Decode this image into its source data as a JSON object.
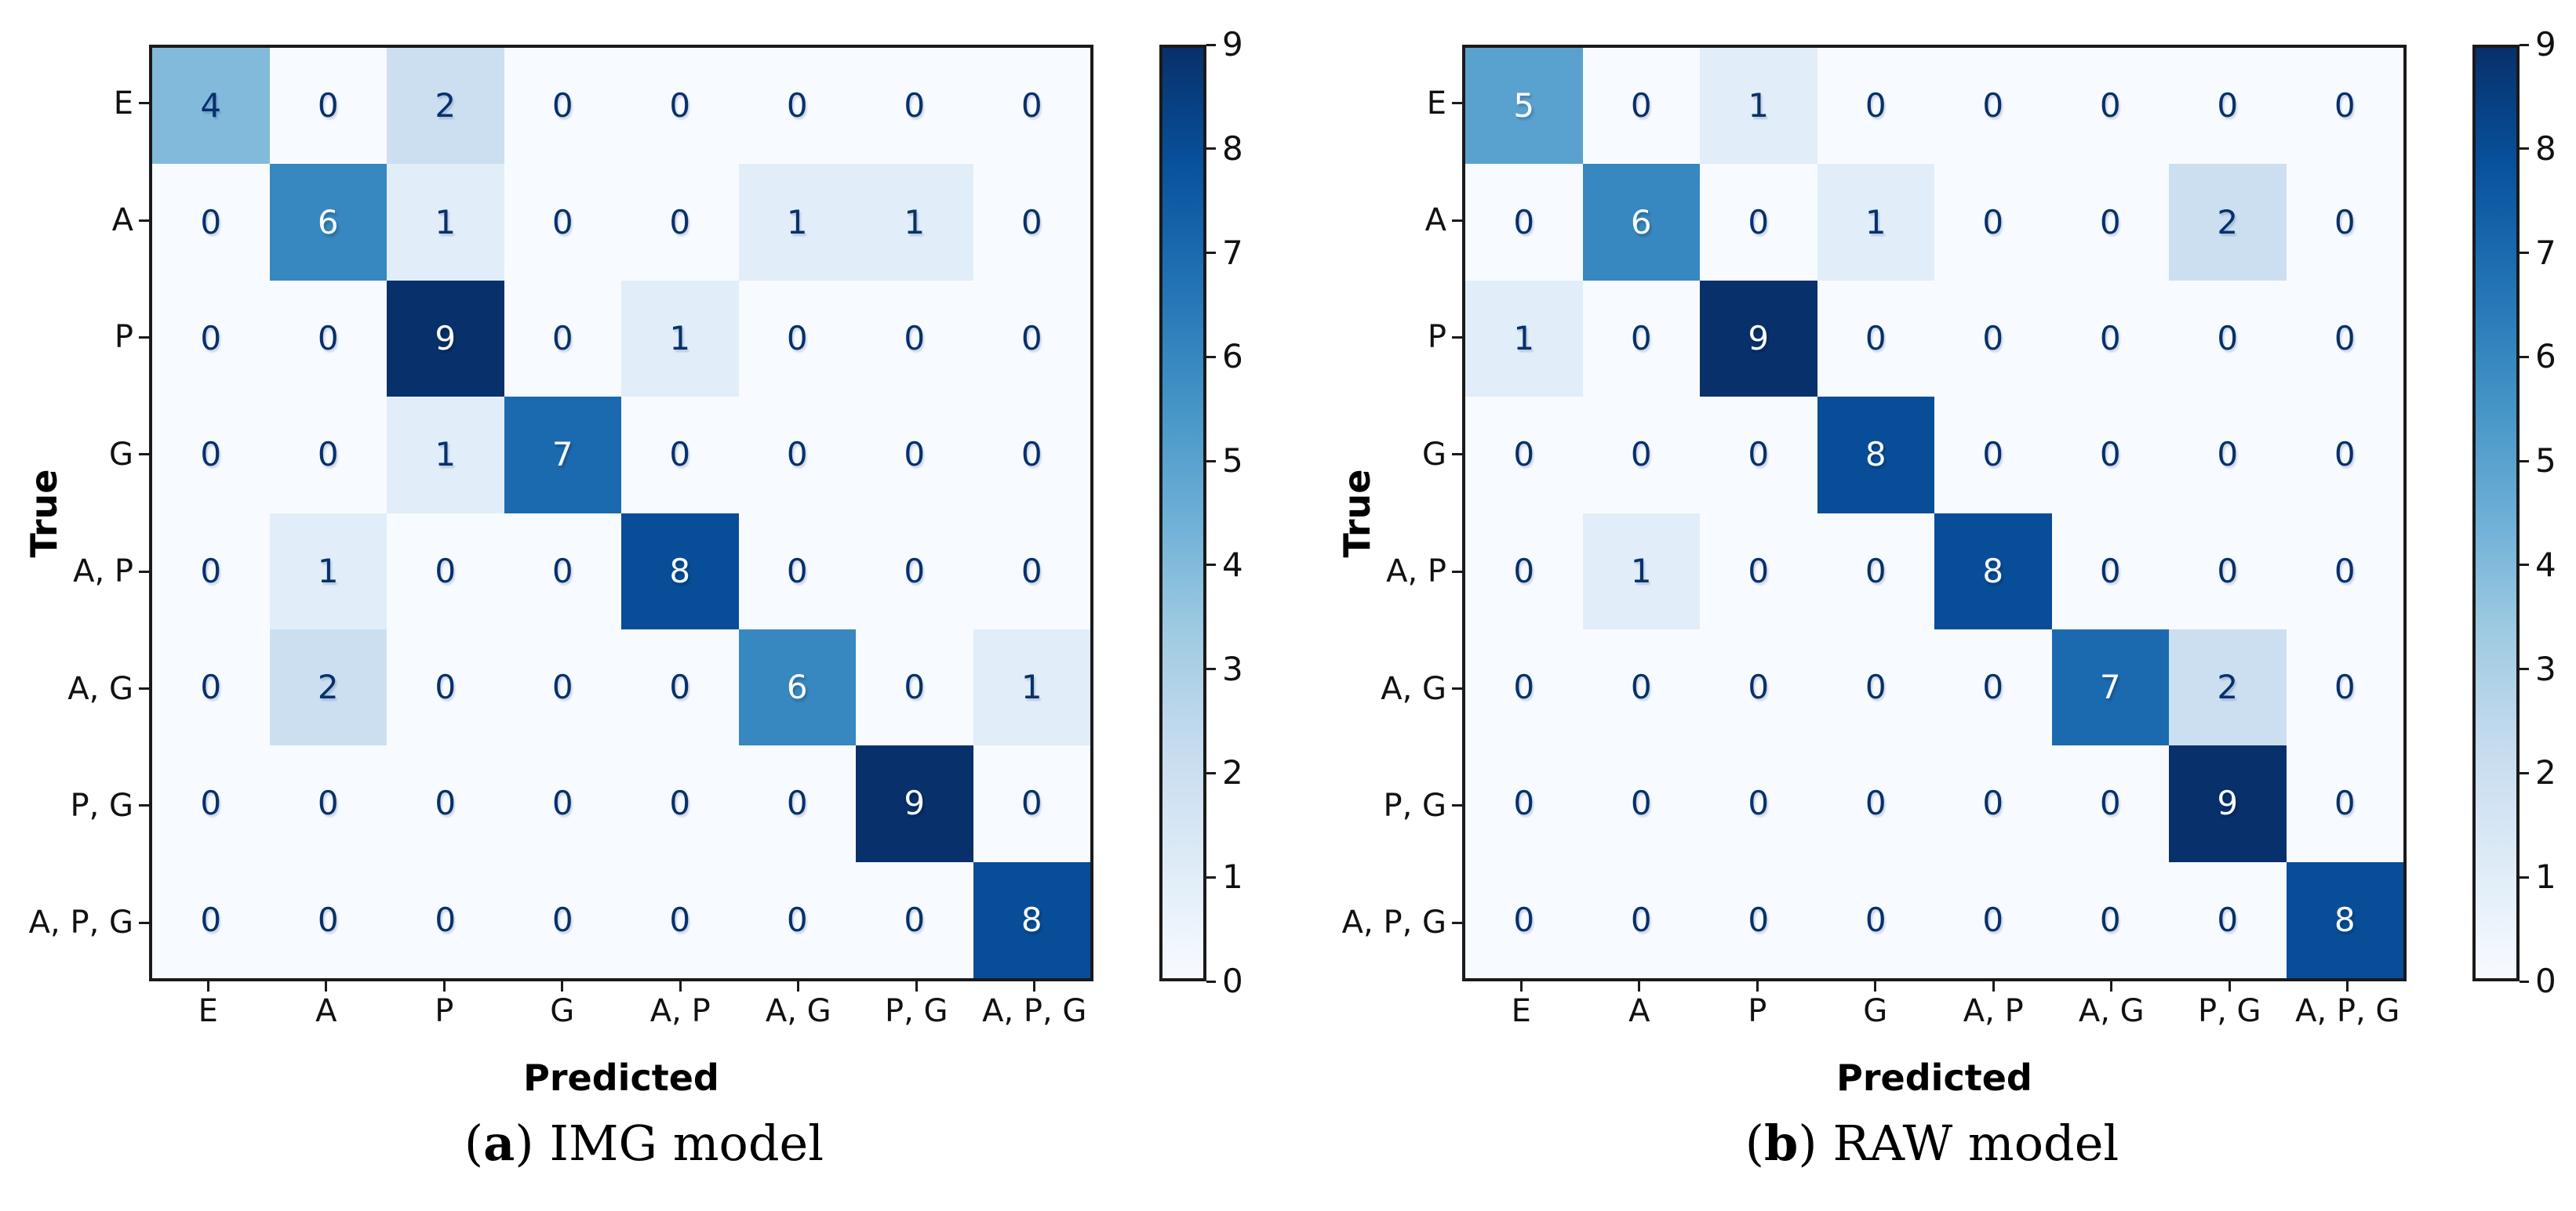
{
  "chart_data": [
    {
      "type": "heatmap",
      "panel_id": "a",
      "caption": {
        "open": "(",
        "letter": "a",
        "close": ")",
        "label": "IMG model"
      },
      "xlabel": "Predicted",
      "ylabel": "True",
      "x_categories": [
        "E",
        "A",
        "P",
        "G",
        "A, P",
        "A, G",
        "P, G",
        "A, P, G"
      ],
      "y_categories": [
        "E",
        "A",
        "P",
        "G",
        "A, P",
        "A, G",
        "P, G",
        "A, P, G"
      ],
      "values": [
        [
          4,
          0,
          2,
          0,
          0,
          0,
          0,
          0
        ],
        [
          0,
          6,
          1,
          0,
          0,
          1,
          1,
          0
        ],
        [
          0,
          0,
          9,
          0,
          1,
          0,
          0,
          0
        ],
        [
          0,
          0,
          1,
          7,
          0,
          0,
          0,
          0
        ],
        [
          0,
          1,
          0,
          0,
          8,
          0,
          0,
          0
        ],
        [
          0,
          2,
          0,
          0,
          0,
          6,
          0,
          1
        ],
        [
          0,
          0,
          0,
          0,
          0,
          0,
          9,
          0
        ],
        [
          0,
          0,
          0,
          0,
          0,
          0,
          0,
          8
        ]
      ],
      "vmin": 0,
      "vmax": 9,
      "colorbar_ticks": [
        0,
        1,
        2,
        3,
        4,
        5,
        6,
        7,
        8,
        9
      ],
      "colorbar_position": "right",
      "grid": false
    },
    {
      "type": "heatmap",
      "panel_id": "b",
      "caption": {
        "open": "(",
        "letter": "b",
        "close": ")",
        "label": "RAW model"
      },
      "xlabel": "Predicted",
      "ylabel": "True",
      "x_categories": [
        "E",
        "A",
        "P",
        "G",
        "A, P",
        "A, G",
        "P, G",
        "A, P, G"
      ],
      "y_categories": [
        "E",
        "A",
        "P",
        "G",
        "A, P",
        "A, G",
        "P, G",
        "A, P, G"
      ],
      "values": [
        [
          5,
          0,
          1,
          0,
          0,
          0,
          0,
          0
        ],
        [
          0,
          6,
          0,
          1,
          0,
          0,
          2,
          0
        ],
        [
          1,
          0,
          9,
          0,
          0,
          0,
          0,
          0
        ],
        [
          0,
          0,
          0,
          8,
          0,
          0,
          0,
          0
        ],
        [
          0,
          1,
          0,
          0,
          8,
          0,
          0,
          0
        ],
        [
          0,
          0,
          0,
          0,
          0,
          7,
          2,
          0
        ],
        [
          0,
          0,
          0,
          0,
          0,
          0,
          9,
          0
        ],
        [
          0,
          0,
          0,
          0,
          0,
          0,
          0,
          8
        ]
      ],
      "vmin": 0,
      "vmax": 9,
      "colorbar_ticks": [
        0,
        1,
        2,
        3,
        4,
        5,
        6,
        7,
        8,
        9
      ],
      "colorbar_position": "right",
      "grid": false
    }
  ],
  "style": {
    "colormap_name": "Blues",
    "colormap_anchors": [
      "#f7fbff",
      "#deebf7",
      "#c6dbef",
      "#9ecae1",
      "#6baed6",
      "#4292c6",
      "#2171b5",
      "#08519c",
      "#08306b"
    ],
    "annotation_color_dark": "#08306b",
    "annotation_color_light": "#f7fbff",
    "annotation_light_threshold": 5,
    "axis_color": "#1a1a1a",
    "background": "#ffffff"
  }
}
